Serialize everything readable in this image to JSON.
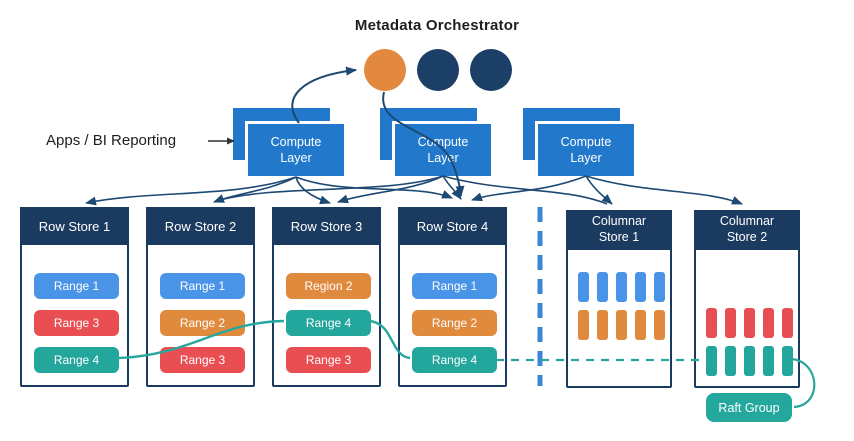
{
  "title": "Metadata Orchestrator",
  "apps_label": "Apps / BI Reporting",
  "palette": {
    "navy": "#1b3a5f",
    "arrow_navy": "#1d4973",
    "compute_blue": "#2279cc",
    "range_blue": "#4a94e8",
    "range_red": "#e94f52",
    "range_orange": "#e08a3e",
    "range_teal": "#23a79c",
    "separator_blue": "#3c86d8",
    "orchestrator_orange": "#e2893f",
    "orchestrator_navy": "#1b3f66"
  },
  "orchestrator": {
    "nodes": [
      {
        "color": "#e2893f"
      },
      {
        "color": "#1b3f66"
      },
      {
        "color": "#1b3f66"
      }
    ]
  },
  "compute_layers": [
    {
      "label": "Compute Layer"
    },
    {
      "label": "Compute Layer"
    },
    {
      "label": "Compute Layer"
    }
  ],
  "row_stores": [
    {
      "title": "Row Store 1",
      "ranges": [
        {
          "label": "Range 1",
          "color": "#4a94e8"
        },
        {
          "label": "Range 3",
          "color": "#e94f52"
        },
        {
          "label": "Range 4",
          "color": "#23a79c"
        }
      ]
    },
    {
      "title": "Row Store 2",
      "ranges": [
        {
          "label": "Range 1",
          "color": "#4a94e8"
        },
        {
          "label": "Range 2",
          "color": "#e08a3e"
        },
        {
          "label": "Range 3",
          "color": "#e94f52"
        }
      ]
    },
    {
      "title": "Row Store 3",
      "ranges": [
        {
          "label": "Region 2",
          "color": "#e08a3e"
        },
        {
          "label": "Range 4",
          "color": "#23a79c"
        },
        {
          "label": "Range 3",
          "color": "#e94f52"
        }
      ]
    },
    {
      "title": "Row Store 4",
      "ranges": [
        {
          "label": "Range 1",
          "color": "#4a94e8"
        },
        {
          "label": "Range 2",
          "color": "#e08a3e"
        },
        {
          "label": "Range 4",
          "color": "#23a79c"
        }
      ]
    }
  ],
  "columnar_stores": [
    {
      "title_lines": [
        "Columnar",
        "Store 1"
      ],
      "bar_rows": [
        {
          "color": "#4a94e8",
          "count": 5
        },
        {
          "color": "#e08a3e",
          "count": 5
        }
      ]
    },
    {
      "title_lines": [
        "Columnar",
        "Store 2"
      ],
      "bar_rows": [
        {
          "color": "#e94f52",
          "count": 5
        },
        {
          "color": "#23a79c",
          "count": 5
        }
      ]
    }
  ],
  "raft_group": {
    "label": "Raft Group",
    "color": "#24a79d"
  }
}
